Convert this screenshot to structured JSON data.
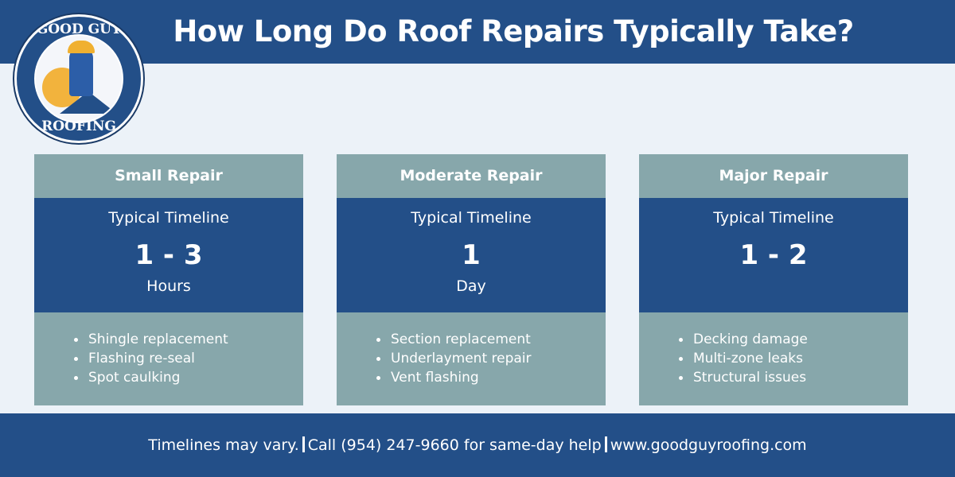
{
  "header": {
    "title": "How Long Do Roof Repairs Typically Take?",
    "logo": {
      "top_text": "GOOD GUY",
      "bottom_text": "ROOFING",
      "icon": "good-guy-roofing-logo"
    }
  },
  "cards": [
    {
      "title": "Small Repair",
      "timeline_label": "Typical Timeline",
      "value": "1 - 3",
      "unit": "Hours",
      "items": [
        "Shingle replacement",
        "Flashing re-seal",
        "Spot caulking"
      ]
    },
    {
      "title": "Moderate Repair",
      "timeline_label": "Typical Timeline",
      "value": "1",
      "unit": "Day",
      "items": [
        "Section replacement",
        "Underlayment repair",
        "Vent flashing"
      ]
    },
    {
      "title": "Major Repair",
      "timeline_label": "Typical Timeline",
      "value": "1 - 2",
      "unit": "",
      "items": [
        "Decking damage",
        "Multi-zone leaks",
        "Structural issues"
      ]
    }
  ],
  "footer": {
    "note": "Timelines may vary.",
    "call": "Call (954) 247-9660 for same-day help",
    "website": "www.goodguyroofing.com"
  },
  "colors": {
    "primary_blue": "#234f88",
    "card_grey": "#87a7ab",
    "background": "#ecf2f8",
    "accent_yellow": "#f2b33d"
  }
}
